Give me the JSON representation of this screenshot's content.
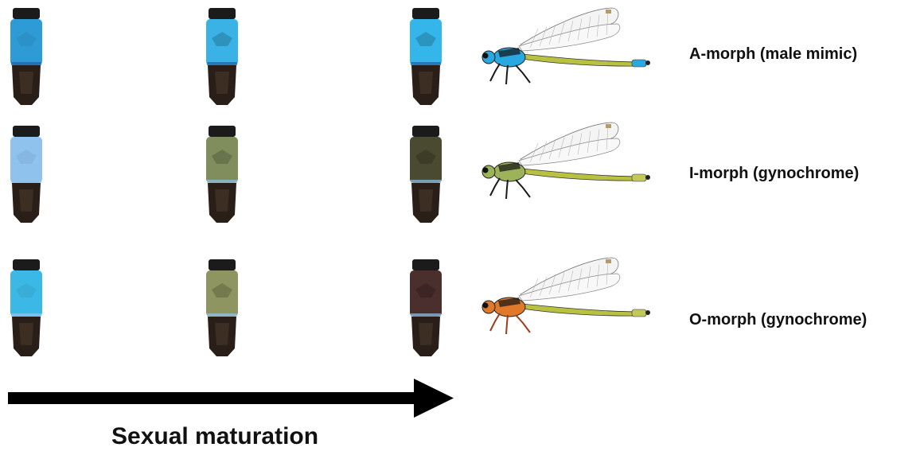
{
  "axis": {
    "label": "Sexual maturation",
    "stage_count": 3
  },
  "rows": [
    {
      "label": "A-morph (male mimic)",
      "stage_colors": [
        "#2f9bd6",
        "#3ab2e6",
        "#35b6ea"
      ],
      "thorax_color": "#2aa8e0",
      "leg_color": "#1a1a1a",
      "tail_tip_color": "#2aa8e0"
    },
    {
      "label": "I-morph (gynochrome)",
      "stage_colors": [
        "#8fc3ee",
        "#7f8e5c",
        "#4a4a30"
      ],
      "thorax_color": "#9cb35a",
      "leg_color": "#1a1a1a",
      "tail_tip_color": "#c2c85a"
    },
    {
      "label": "O-morph (gynochrome)",
      "stage_colors": [
        "#3bb8e6",
        "#8f9560",
        "#4a2f2c"
      ],
      "thorax_color": "#e07a2a",
      "leg_color": "#a03a1a",
      "tail_tip_color": "#c2c85a"
    }
  ],
  "colors": {
    "abdomen_dark": "#2a1e18",
    "cap": "#1b1b1b",
    "arrow": "#000000"
  }
}
